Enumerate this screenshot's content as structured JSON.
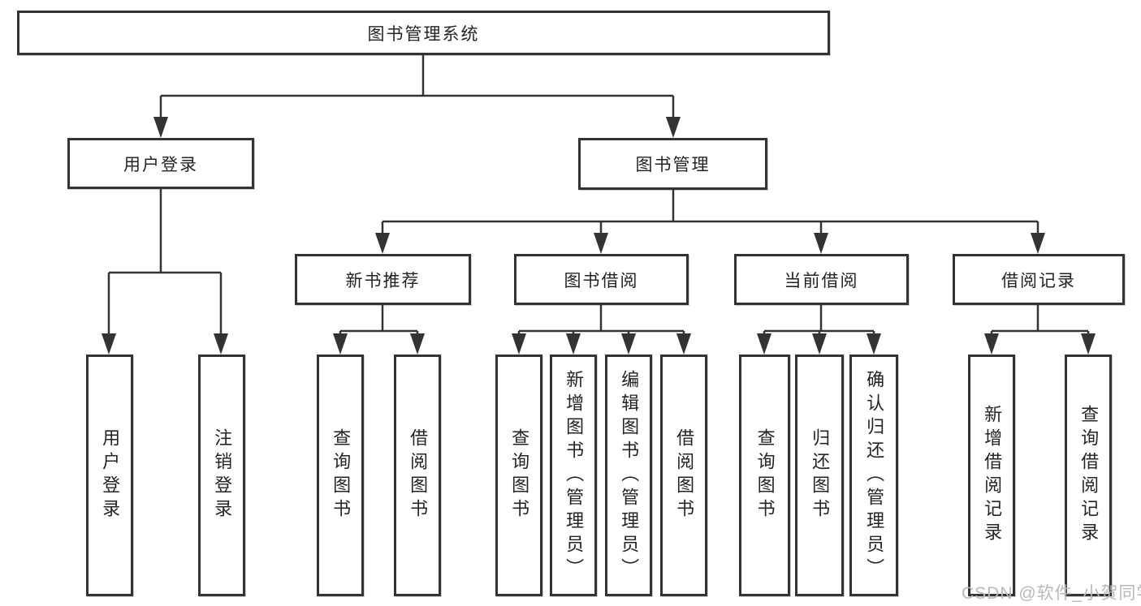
{
  "diagram": {
    "root": {
      "label": "图书管理系统"
    },
    "branches": [
      {
        "label": "用户登录",
        "children": [
          {
            "label": "用户登录"
          },
          {
            "label": "注销登录"
          }
        ]
      },
      {
        "label": "图书管理",
        "children": [
          {
            "label": "新书推荐",
            "children": [
              {
                "label": "查询图书"
              },
              {
                "label": "借阅图书"
              }
            ]
          },
          {
            "label": "图书借阅",
            "children": [
              {
                "label": "查询图书"
              },
              {
                "label": "新增图书（管理员）"
              },
              {
                "label": "编辑图书（管理员）"
              },
              {
                "label": "借阅图书"
              }
            ]
          },
          {
            "label": "当前借阅",
            "children": [
              {
                "label": "查询图书"
              },
              {
                "label": "归还图书"
              },
              {
                "label": "确认归还（管理员）"
              }
            ]
          },
          {
            "label": "借阅记录",
            "children": [
              {
                "label": "新增借阅记录"
              },
              {
                "label": "查询借阅记录"
              }
            ]
          }
        ]
      }
    ]
  },
  "watermark": {
    "text": "CSDN @软件_小贺同学"
  },
  "colors": {
    "line": "#333333",
    "box_border": "#333333",
    "text": "#242424",
    "watermark": "#b9b9b9",
    "background": "#ffffff"
  }
}
